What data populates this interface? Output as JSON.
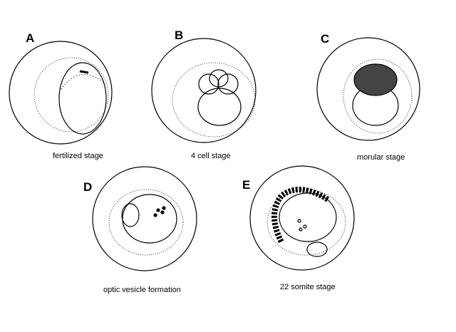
{
  "panels": [
    {
      "letter": "A",
      "caption": "fertilized stage"
    },
    {
      "letter": "B",
      "caption": "4 cell stage"
    },
    {
      "letter": "C",
      "caption": "morular stage"
    },
    {
      "letter": "D",
      "caption": "optic vesicle formation"
    },
    {
      "letter": "E",
      "caption": "22 somite stage"
    }
  ]
}
